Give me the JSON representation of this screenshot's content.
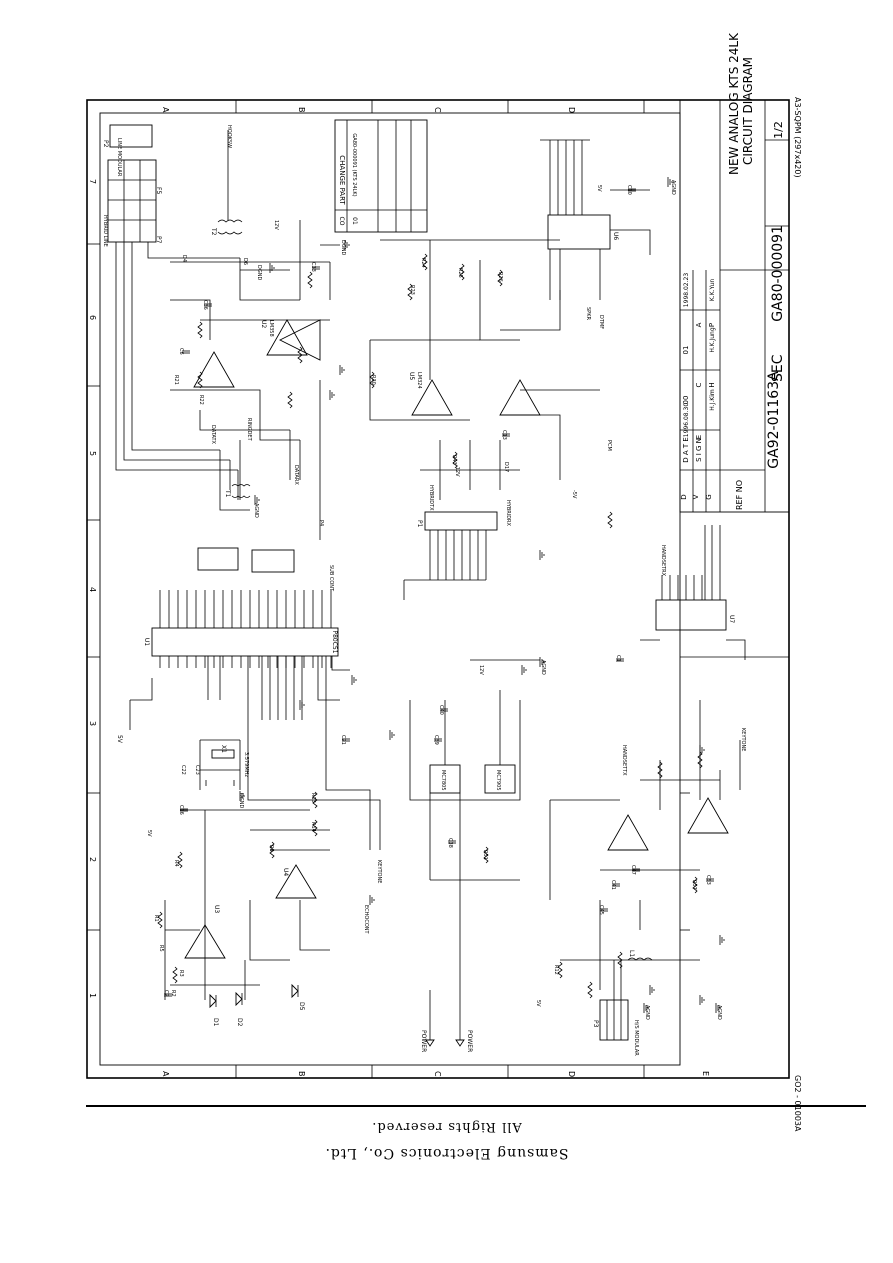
{
  "company": "Samsung Electronics Co., Ltd.",
  "rights": "All Rights reserved.",
  "form_code_left": "GO2 - 01003A",
  "form_code_right": "A3-SQPM (297x420)",
  "title_block": {
    "title_line1": "NEW ANALOG KTS 24LK",
    "title_line2": "CIRCUIT DIAGRAM",
    "sec": "SEC",
    "doc_number": "GA80-000091",
    "sheet": "1/2",
    "ref_number": "GA92-01163A",
    "ref_label": "REF NO",
    "date_header": "D A T E",
    "sign_header": "S I G N",
    "col_01": "01",
    "col_00": "00",
    "date_01": "1998.02.23",
    "date_00": "1996.08.30",
    "rows": [
      "D",
      "V",
      "G"
    ],
    "eng_row": [
      "E",
      "N",
      "G"
    ],
    "chk_row": [
      "C",
      "H",
      "K"
    ],
    "app_row": [
      "A",
      "P",
      "P"
    ],
    "sign_00": [
      "H.J.Kim",
      "H.J.Kim",
      "H.K.Jung"
    ],
    "sign_01": [
      "K.K.Yun",
      "",
      ""
    ],
    "e_d_s": [
      "E",
      "D",
      "S"
    ]
  },
  "change_part": {
    "title": "CHANGE PART",
    "col_co": "CO",
    "row1_no": "01",
    "row1_text": "GA80-000091 (KTS 24LK)"
  },
  "grid": {
    "rows_top": [
      "A",
      "B",
      "C",
      "D"
    ],
    "rows_bottom": [
      "A",
      "B",
      "C",
      "D",
      "E"
    ],
    "cols": [
      "7",
      "6",
      "5",
      "4",
      "3",
      "2",
      "1"
    ]
  },
  "labels": {
    "p7": "P7",
    "f5": "F5",
    "p2": "P2",
    "line_modular": "LINE MODULAR",
    "hybrid_line": "HYBRID LINE",
    "ring_gnd": "RING GND",
    "u2": "U2",
    "u4": "U4",
    "u5": "U5",
    "u6": "U6",
    "u1": "U1",
    "u3": "U3",
    "lm358": "LM358",
    "lm324": "LM324",
    "p87c51": "P80C51",
    "micro": "MICOM",
    "dgnd": "DGND",
    "agnd": "AGND",
    "v5": "5V",
    "v12": "12V",
    "vm5": "-5V",
    "vm12": "-12V",
    "power": "POWER",
    "hs_modular": "H/S MODULAR",
    "handset_tx": "HANDSETTX",
    "handset_rx": "HANDSETRX",
    "keytone": "KEYTONE",
    "dtmf": "DTMF",
    "hybrid_rx": "HYBRIDRX",
    "hybrid_tx": "HYBRIDTX",
    "data_rx": "DATARX",
    "data_tx": "DATATX",
    "ring_det": "RINGDET",
    "hook_sw": "HOOKSW",
    "echo_cont": "ECHOCONT",
    "reset": "RESET",
    "spkr": "SPKR",
    "d1": "D1",
    "d2": "D2",
    "d4": "D4",
    "d5": "D5",
    "d6": "D6",
    "d17": "D17",
    "r1": "R1",
    "r2": "R2",
    "r3": "R3",
    "r4": "R4",
    "r5": "R5",
    "r6": "R6",
    "r12": "R12",
    "r13": "R13",
    "r14": "R14",
    "r21": "R21",
    "r22": "R22",
    "r23": "R23",
    "r24": "R24",
    "r25": "R25",
    "r26": "R26",
    "r30": "R30",
    "r43": "R43",
    "r51": "R51",
    "r57": "R57",
    "c1": "C1",
    "c2": "C2",
    "c6": "C6",
    "c10": "C10",
    "c13": "C13",
    "c16": "C16",
    "c21": "C21",
    "c22": "C22",
    "c23": "C23",
    "c33": "C33",
    "c36": "C36",
    "c38": "C38",
    "c39": "C39",
    "c40": "C40",
    "c41": "C41",
    "c45": "C45",
    "c47": "C47",
    "c53": "C53",
    "t1": "T1",
    "t2": "T2",
    "u7": "U7",
    "x1": "X1",
    "x1_val": "3.579MHz",
    "l1": "L1",
    "p1": "P1",
    "p3": "P3",
    "p4": "P4",
    "v_7805": "MC7805",
    "v_7905": "MC7905",
    "pcm": "PCM",
    "sub_cont": "SUB CONT"
  }
}
